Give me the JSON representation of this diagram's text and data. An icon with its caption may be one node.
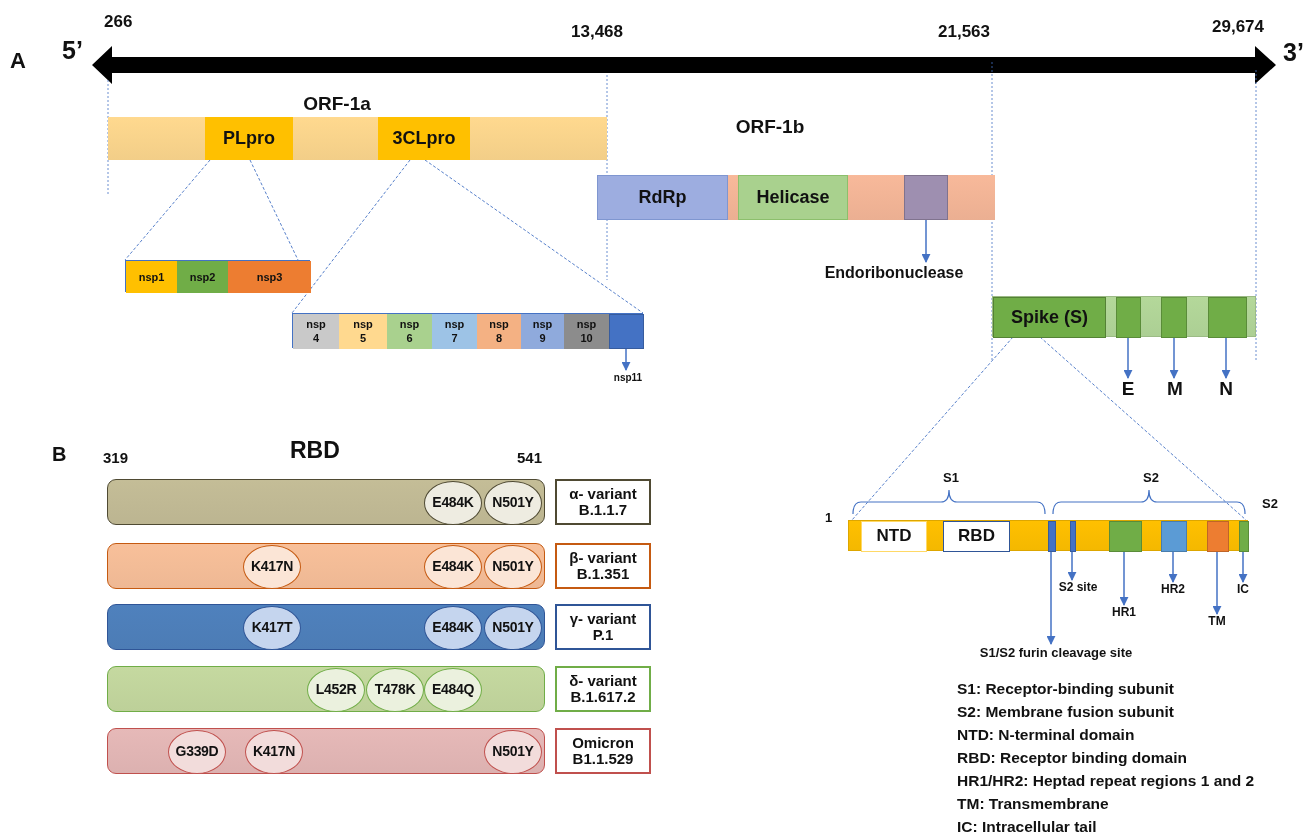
{
  "diagram": {
    "nodes": [
      {
        "text": [
          "ORF-1a"
        ]
      },
      {
        "text": [
          "PLpro"
        ],
        "in": 0
      },
      {
        "text": [
          "3CLpro"
        ],
        "in": 0
      },
      {
        "text": [],
        "shape": "bar"
      },
      {
        "text": [
          "nsp1"
        ],
        "in": 3
      },
      {
        "text": [
          "nsp2"
        ],
        "in": 3
      },
      {
        "text": [
          "nsp3"
        ],
        "in": 3
      },
      {
        "text": [],
        "shape": "bar"
      },
      {
        "text": [
          "nsp 4"
        ],
        "in": 7
      },
      {
        "text": [
          "nsp 5"
        ],
        "in": 7
      },
      {
        "text": [
          "nsp 6"
        ],
        "in": 7
      },
      {
        "text": [
          "nsp 7"
        ],
        "in": 7
      },
      {
        "text": [
          "nsp 8"
        ],
        "in": 7
      },
      {
        "text": [
          "nsp 9"
        ],
        "in": 7
      },
      {
        "text": [
          "nsp 10"
        ],
        "in": 7
      },
      {
        "text": [],
        "shape": "box",
        "in": 7
      },
      {
        "text": [
          "nsp11"
        ]
      },
      {
        "text": [
          "ORF-1b"
        ]
      },
      {
        "text": [
          "RdRp"
        ],
        "in": 17
      },
      {
        "text": [
          "Helicase"
        ],
        "in": 17
      },
      {
        "text": [],
        "shape": "box",
        "in": 17
      },
      {
        "text": [
          "Endoribonuclease"
        ]
      },
      {
        "text": [],
        "shape": "bar"
      },
      {
        "text": [
          "Spike (S)"
        ],
        "in": 22
      },
      {
        "text": [],
        "shape": "box",
        "in": 22
      },
      {
        "text": [],
        "shape": "box",
        "in": 22
      },
      {
        "text": [],
        "shape": "box",
        "in": 22
      },
      {
        "text": [
          "E"
        ]
      },
      {
        "text": [
          "M"
        ]
      },
      {
        "text": [
          "N"
        ]
      },
      {
        "text": [],
        "shape": "bar"
      },
      {
        "text": [
          "E484K"
        ],
        "in": 30
      },
      {
        "text": [
          "N501Y"
        ],
        "in": 30
      },
      {
        "text": [
          "α- variant B.1.1.7"
        ]
      },
      {
        "text": [],
        "shape": "bar"
      },
      {
        "text": [
          "K417N"
        ],
        "in": 34
      },
      {
        "text": [
          "E484K"
        ],
        "in": 34
      },
      {
        "text": [
          "N501Y"
        ],
        "in": 34
      },
      {
        "text": [
          "β- variant B.1.351"
        ]
      },
      {
        "text": [],
        "shape": "bar"
      },
      {
        "text": [
          "K417T"
        ],
        "in": 39
      },
      {
        "text": [
          "E484K"
        ],
        "in": 39
      },
      {
        "text": [
          "N501Y"
        ],
        "in": 39
      },
      {
        "text": [
          "γ- variant P.1"
        ]
      },
      {
        "text": [],
        "shape": "bar"
      },
      {
        "text": [
          "L452R"
        ],
        "in": 44
      },
      {
        "text": [
          "T478K"
        ],
        "in": 44
      },
      {
        "text": [
          "E484Q"
        ],
        "in": 44
      },
      {
        "text": [
          "δ- variant B.1.617.2"
        ]
      },
      {
        "text": [],
        "shape": "bar"
      },
      {
        "text": [
          "G339D"
        ],
        "in": 49
      },
      {
        "text": [
          "K417N"
        ],
        "in": 49
      },
      {
        "text": [
          "N501Y"
        ],
        "in": 49
      },
      {
        "text": [
          "Omicron B1.1.529"
        ]
      },
      {
        "text": [],
        "shape": "bar"
      },
      {
        "text": [
          "NTD"
        ],
        "in": 54
      },
      {
        "text": [
          "RBD"
        ],
        "in": 54
      },
      {
        "text": [],
        "shape": "box",
        "in": 54
      },
      {
        "text": [],
        "shape": "box",
        "in": 54
      },
      {
        "text": [],
        "shape": "box",
        "in": 54
      },
      {
        "text": [],
        "shape": "box",
        "in": 54
      },
      {
        "text": [],
        "shape": "box",
        "in": 54
      },
      {
        "text": [],
        "shape": "box",
        "in": 54
      },
      {
        "text": [
          "S2 site"
        ]
      },
      {
        "text": [
          "HR1"
        ]
      },
      {
        "text": [
          "HR2"
        ]
      },
      {
        "text": [
          "TM"
        ]
      },
      {
        "text": [
          "IC"
        ]
      },
      {
        "text": [
          "S1/S2 furin cleavage site"
        ]
      }
    ],
    "edges": [
      {
        "from": 1,
        "to": 3,
        "arrow": "none",
        "style": "dashed"
      },
      {
        "from": 1,
        "to": 3,
        "arrow": "none",
        "style": "dashed"
      },
      {
        "from": 2,
        "to": 7,
        "arrow": "none",
        "style": "dashed"
      },
      {
        "from": 2,
        "to": 7,
        "arrow": "none",
        "style": "dashed"
      },
      {
        "from": 15,
        "to": 16,
        "arrow": "to"
      },
      {
        "from": 20,
        "to": 21,
        "arrow": "to"
      },
      {
        "from": 24,
        "to": 27,
        "arrow": "to"
      },
      {
        "from": 25,
        "to": 28,
        "arrow": "to"
      },
      {
        "from": 26,
        "to": 29,
        "arrow": "to"
      },
      {
        "from": 23,
        "to": 54,
        "arrow": "none",
        "style": "dashed"
      },
      {
        "from": 23,
        "to": 54,
        "arrow": "none",
        "style": "dashed"
      },
      {
        "from": 57,
        "to": 68,
        "arrow": "to"
      },
      {
        "from": 58,
        "to": 63,
        "arrow": "to"
      },
      {
        "from": 59,
        "to": 64,
        "arrow": "to"
      },
      {
        "from": 60,
        "to": 65,
        "arrow": "to"
      },
      {
        "from": 61,
        "to": 66,
        "arrow": "to"
      },
      {
        "from": 62,
        "to": 67,
        "arrow": "to"
      }
    ],
    "labels": [
      "A",
      "5’",
      "266",
      "13,468",
      "21,563",
      "29,674",
      "3’",
      "B",
      "319",
      "RBD",
      "541",
      "S1",
      "S2",
      "1",
      "S2",
      "S1: Receptor-binding subunit",
      "S2: Membrane fusion subunit",
      "NTD: N-terminal domain",
      "RBD: Receptor binding domain",
      "HR1/HR2: Heptad repeat regions 1 and 2 TM: Transmembrane",
      "IC: Intracellular tail"
    ]
  }
}
